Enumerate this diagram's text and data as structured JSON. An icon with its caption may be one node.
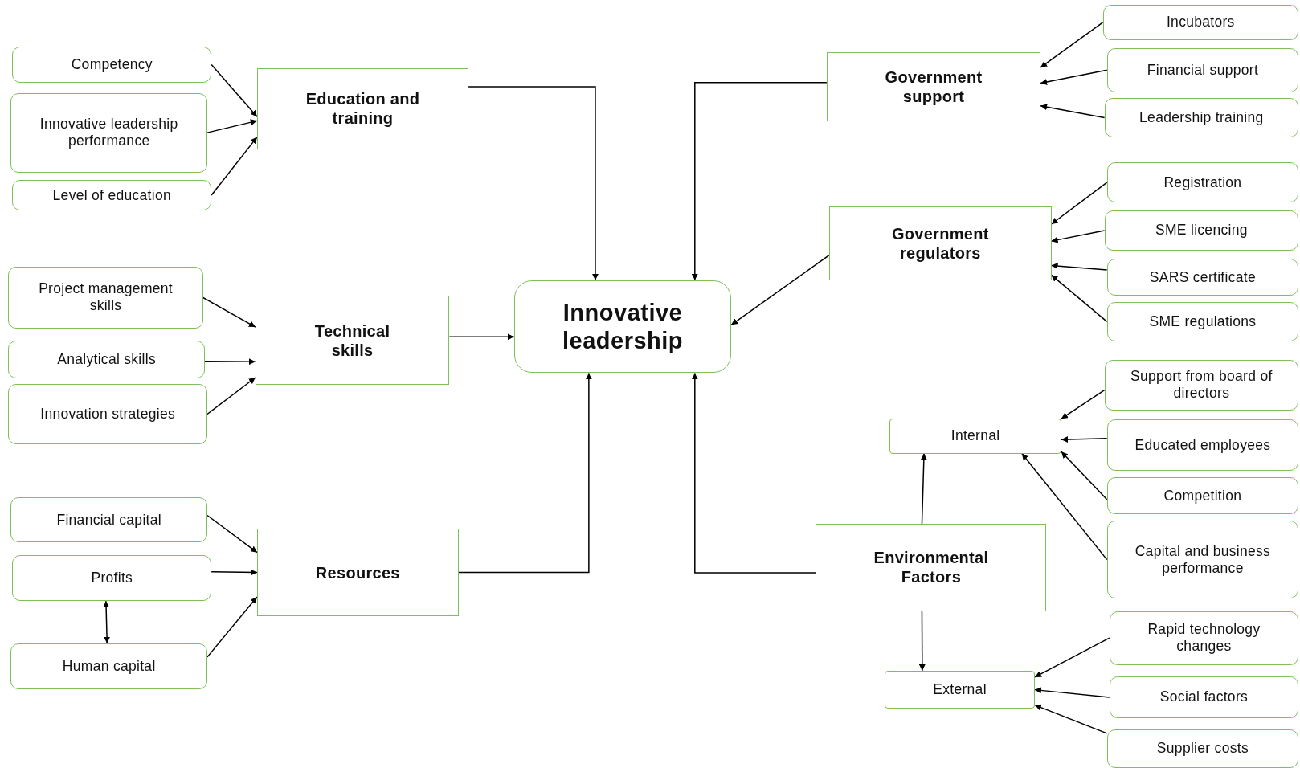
{
  "diagram": {
    "nodes": [
      {
        "text": [
          "Innovative leadership"
        ]
      },
      {
        "text": [
          "Competency"
        ]
      },
      {
        "text": [
          "Innovative leadership performance"
        ]
      },
      {
        "text": [
          "Level of education"
        ]
      },
      {
        "text": [
          "Education and training"
        ]
      },
      {
        "text": [
          "Project management skills"
        ]
      },
      {
        "text": [
          "Analytical skills"
        ]
      },
      {
        "text": [
          "Innovation strategies"
        ]
      },
      {
        "text": [
          "Technical skills"
        ]
      },
      {
        "text": [
          "Financial capital"
        ]
      },
      {
        "text": [
          "Profits"
        ]
      },
      {
        "text": [
          "Human capital"
        ]
      },
      {
        "text": [
          "Resources"
        ]
      },
      {
        "text": [
          "Incubators"
        ]
      },
      {
        "text": [
          "Financial support"
        ]
      },
      {
        "text": [
          "Leadership training"
        ]
      },
      {
        "text": [
          "Government support"
        ]
      },
      {
        "text": [
          "Registration"
        ]
      },
      {
        "text": [
          "SME licencing"
        ]
      },
      {
        "text": [
          "SARS certificate"
        ]
      },
      {
        "text": [
          "SME regulations"
        ]
      },
      {
        "text": [
          "Government regulators"
        ]
      },
      {
        "text": [
          "Support from board of directors"
        ]
      },
      {
        "text": [
          "Educated employees"
        ]
      },
      {
        "text": [
          "Competition"
        ]
      },
      {
        "text": [
          "Capital and business performance"
        ]
      },
      {
        "text": [
          "Internal"
        ]
      },
      {
        "text": [
          "Environmental Factors"
        ]
      },
      {
        "text": [
          "Rapid technology changes"
        ]
      },
      {
        "text": [
          "Social factors"
        ]
      },
      {
        "text": [
          "Supplier costs"
        ]
      },
      {
        "text": [
          "External"
        ]
      }
    ],
    "edges": [
      {
        "from": 1,
        "to": 4,
        "arrow": "to"
      },
      {
        "from": 2,
        "to": 4,
        "arrow": "to"
      },
      {
        "from": 3,
        "to": 4,
        "arrow": "to"
      },
      {
        "from": 4,
        "to": 0,
        "arrow": "to"
      },
      {
        "from": 5,
        "to": 8,
        "arrow": "to"
      },
      {
        "from": 6,
        "to": 8,
        "arrow": "to"
      },
      {
        "from": 7,
        "to": 8,
        "arrow": "to"
      },
      {
        "from": 8,
        "to": 0,
        "arrow": "to"
      },
      {
        "from": 9,
        "to": 12,
        "arrow": "to"
      },
      {
        "from": 10,
        "to": 12,
        "arrow": "to"
      },
      {
        "from": 11,
        "to": 12,
        "arrow": "to"
      },
      {
        "from": 10,
        "to": 11,
        "arrow": "both"
      },
      {
        "from": 12,
        "to": 0,
        "arrow": "to"
      },
      {
        "from": 13,
        "to": 16,
        "arrow": "to"
      },
      {
        "from": 14,
        "to": 16,
        "arrow": "to"
      },
      {
        "from": 15,
        "to": 16,
        "arrow": "to"
      },
      {
        "from": 16,
        "to": 0,
        "arrow": "to"
      },
      {
        "from": 17,
        "to": 21,
        "arrow": "to"
      },
      {
        "from": 18,
        "to": 21,
        "arrow": "to"
      },
      {
        "from": 19,
        "to": 21,
        "arrow": "to"
      },
      {
        "from": 20,
        "to": 21,
        "arrow": "to"
      },
      {
        "from": 21,
        "to": 0,
        "arrow": "to"
      },
      {
        "from": 22,
        "to": 26,
        "arrow": "to"
      },
      {
        "from": 23,
        "to": 26,
        "arrow": "to"
      },
      {
        "from": 24,
        "to": 26,
        "arrow": "to"
      },
      {
        "from": 25,
        "to": 26,
        "arrow": "to"
      },
      {
        "from": 27,
        "to": 26,
        "arrow": "to"
      },
      {
        "from": 27,
        "to": 31,
        "arrow": "to"
      },
      {
        "from": 27,
        "to": 0,
        "arrow": "to"
      },
      {
        "from": 28,
        "to": 31,
        "arrow": "to"
      },
      {
        "from": 29,
        "to": 31,
        "arrow": "to"
      },
      {
        "from": 30,
        "to": 31,
        "arrow": "to"
      }
    ]
  }
}
